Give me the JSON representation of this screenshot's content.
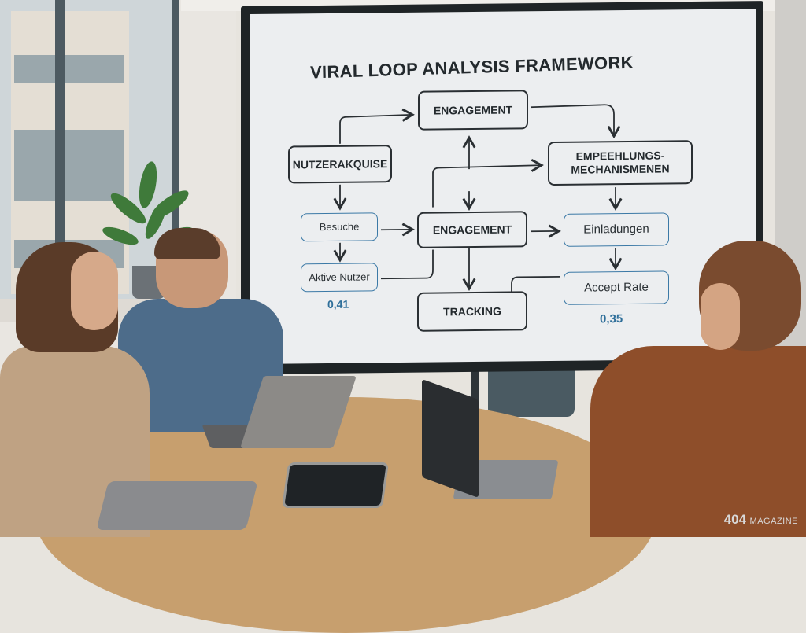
{
  "scene": {
    "description": "Office meeting: three people at a round wooden table looking at a wall-mounted display showing a flow diagram",
    "colors": {
      "screen_bg": "#eceef0",
      "frame": "#1f2426",
      "node_border": "#2a2f33",
      "accent_blue": "#3b79a6",
      "metric_blue": "#2f6f9a",
      "table": "#c79f6e"
    }
  },
  "diagram": {
    "title": "VIRAL LOOP ANALYSIS FRAMEWORK",
    "nodes": {
      "engagement_top": "ENGAGEMENT",
      "nutzerakquise": "NUTZERAKQUISE",
      "empfehlung_line1": "EMPEEHLUNGS-",
      "empfehlung_line2": "MECHANISMENEN",
      "besuche": "Besuche",
      "engagement_mid": "ENGAGEMENT",
      "einladungen": "Einladungen",
      "aktive_nutzer": "Aktive Nutzer",
      "tracking": "TRACKING",
      "accept_rate": "Accept Rate"
    },
    "metrics": {
      "aktive_nutzer_value": "0,41",
      "accept_rate_value": "0,35"
    }
  },
  "watermark": {
    "number": "404",
    "text": "MAGAZINE"
  }
}
